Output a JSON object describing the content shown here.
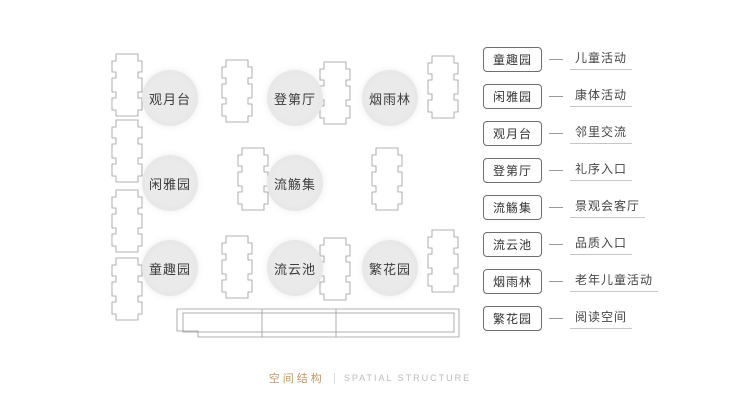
{
  "plan": {
    "zones": [
      {
        "label": "观月台"
      },
      {
        "label": "登第厅"
      },
      {
        "label": "烟雨林"
      },
      {
        "label": "闲雅园"
      },
      {
        "label": "流觞集"
      },
      {
        "label": "童趣园"
      },
      {
        "label": "流云池"
      },
      {
        "label": "繁花园"
      }
    ]
  },
  "legend": [
    {
      "name": "童趣园",
      "desc": "儿童活动"
    },
    {
      "name": "闲雅园",
      "desc": "康体活动"
    },
    {
      "name": "观月台",
      "desc": "邻里交流"
    },
    {
      "name": "登第厅",
      "desc": "礼序入口"
    },
    {
      "name": "流觞集",
      "desc": "景观会客厅"
    },
    {
      "name": "流云池",
      "desc": "品质入口"
    },
    {
      "name": "烟雨林",
      "desc": "老年儿童活动"
    },
    {
      "name": "繁花园",
      "desc": "阅读空间"
    }
  ],
  "footer": {
    "cn": "空间结构",
    "en": "SPATIAL STRUCTURE"
  },
  "colors": {
    "accent": "#c0966a",
    "zone_fill": "#e8e8e8",
    "building_outline": "#9b9b9b"
  }
}
